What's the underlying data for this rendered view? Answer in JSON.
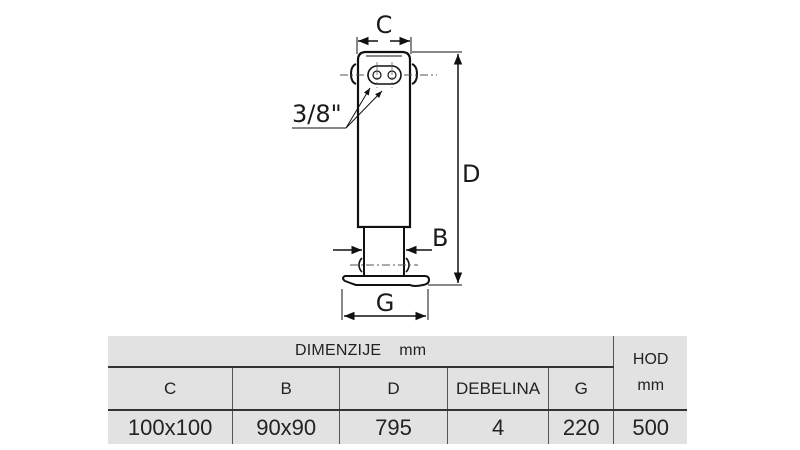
{
  "drawing": {
    "labels": {
      "c": "C",
      "d": "D",
      "b": "B",
      "g": "G",
      "hole_size": "3/8\""
    }
  },
  "table": {
    "group_header": "DIMENZIJE",
    "group_unit": "mm",
    "hod_header": "HOD",
    "hod_unit": "mm",
    "columns": [
      "C",
      "B",
      "D",
      "DEBELINA",
      "G"
    ],
    "row": {
      "C": "100x100",
      "B": "90x90",
      "D": "795",
      "DEBELINA": "4",
      "G": "220",
      "HOD": "500"
    }
  }
}
